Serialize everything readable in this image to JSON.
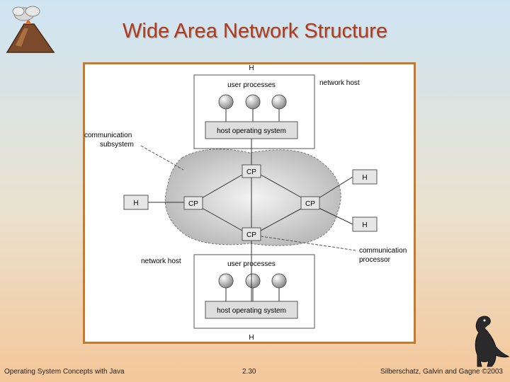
{
  "slide": {
    "title": "Wide Area Network Structure"
  },
  "diagram": {
    "top_host_label": "H",
    "bottom_host_label": "H",
    "network_host_label_top": "network host",
    "network_host_label_bottom": "network host",
    "user_processes_top": "user processes",
    "user_processes_bottom": "user processes",
    "host_os_top": "host operating system",
    "host_os_bottom": "host operating system",
    "communication_subsystem": [
      "communication",
      "subsystem"
    ],
    "communication_processor": [
      "communication",
      "processor"
    ],
    "cp_top": "CP",
    "cp_left": "CP",
    "cp_right": "CP",
    "cp_bottom": "CP",
    "h_left": "H",
    "h_right_top": "H",
    "h_right_bottom": "H"
  },
  "footer": {
    "left": "Operating System Concepts with Java",
    "center": "2.30",
    "right": "Silberschatz, Galvin and Gagne ©2003"
  },
  "icons": {
    "logo": "volcano-icon",
    "mascot": "dinosaur-icon"
  }
}
